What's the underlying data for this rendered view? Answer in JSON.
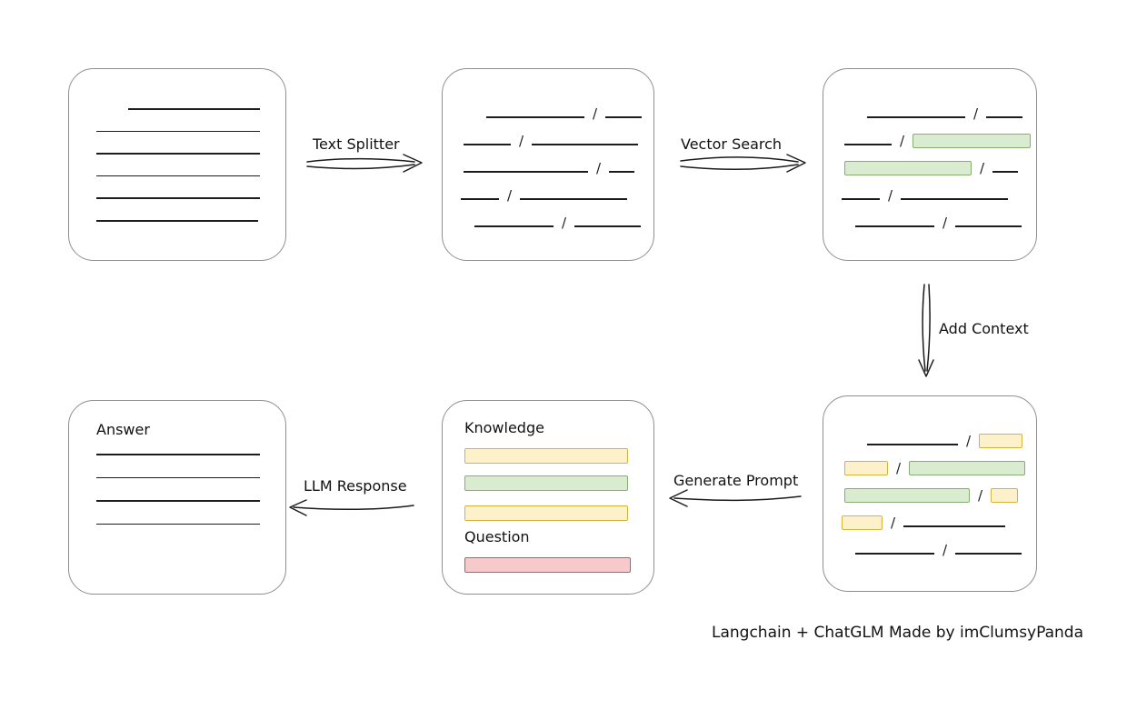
{
  "slash": "/",
  "arrows": {
    "text_splitter": "Text Splitter",
    "vector_search": "Vector Search",
    "add_context": "Add Context",
    "generate_prompt": "Generate Prompt",
    "llm_response": "LLM Response"
  },
  "prompt_box": {
    "knowledge_label": "Knowledge",
    "question_label": "Question"
  },
  "answer_box": {
    "label": "Answer"
  },
  "footer": "Langchain + ChatGLM Made by imClumsyPanda",
  "colors": {
    "chunk_green_fill": "#d9ecd0",
    "chunk_green_border": "#84ae72",
    "chunk_yellow_fill": "#fdf1cb",
    "chunk_yellow_border": "#d9b23c",
    "question_red_fill": "#f6caca",
    "question_red_border": "#c05c5c",
    "line_color": "#1c1c1c",
    "box_border": "#8f8f8f"
  },
  "boxes": {
    "document": {
      "lines": [
        {
          "w": 145,
          "ind": 35
        },
        {
          "w": 180
        },
        {
          "w": 180
        },
        {
          "w": 180
        },
        {
          "w": 180
        },
        {
          "w": 178
        }
      ]
    },
    "split_chunks": {
      "rows": [
        [
          {
            "t": "line",
            "w": 108,
            "ind": 28
          },
          {
            "t": "line",
            "w": 40
          }
        ],
        [
          {
            "t": "line",
            "w": 52,
            "ind": 3
          },
          {
            "t": "line",
            "w": 117
          }
        ],
        [
          {
            "t": "line",
            "w": 137,
            "ind": 3
          },
          {
            "t": "line",
            "w": 28
          }
        ],
        [
          {
            "t": "line",
            "w": 42
          },
          {
            "t": "line",
            "w": 118
          }
        ],
        [
          {
            "t": "line",
            "w": 87,
            "ind": 15
          },
          {
            "t": "line",
            "w": 73
          }
        ]
      ]
    },
    "search_results": {
      "rows": [
        [
          {
            "t": "line",
            "w": 108,
            "ind": 28
          },
          {
            "t": "line",
            "w": 40
          }
        ],
        [
          {
            "t": "line",
            "w": 52,
            "ind": 3
          },
          {
            "t": "chip",
            "c": "green",
            "w": 130
          }
        ],
        [
          {
            "t": "chip",
            "c": "green",
            "w": 140,
            "ind": 3
          },
          {
            "t": "line",
            "w": 28
          }
        ],
        [
          {
            "t": "line",
            "w": 42
          },
          {
            "t": "line",
            "w": 118
          }
        ],
        [
          {
            "t": "line",
            "w": 87,
            "ind": 15
          },
          {
            "t": "line",
            "w": 73
          }
        ]
      ]
    },
    "context_chunks": {
      "rows": [
        [
          {
            "t": "line",
            "w": 100,
            "ind": 28
          },
          {
            "t": "chip",
            "c": "yellow",
            "w": 48
          }
        ],
        [
          {
            "t": "chip",
            "c": "yellow",
            "w": 48,
            "ind": 3
          },
          {
            "t": "chip",
            "c": "green",
            "w": 128
          }
        ],
        [
          {
            "t": "chip",
            "c": "green",
            "w": 138,
            "ind": 3
          },
          {
            "t": "chip",
            "c": "yellow",
            "w": 30
          }
        ],
        [
          {
            "t": "chip",
            "c": "yellow",
            "w": 45
          },
          {
            "t": "line",
            "w": 112
          }
        ],
        [
          {
            "t": "line",
            "w": 87,
            "ind": 15
          },
          {
            "t": "line",
            "w": 73
          }
        ]
      ]
    },
    "answer": {
      "lines": [
        {
          "w": 180
        },
        {
          "w": 180
        },
        {
          "w": 180
        },
        {
          "w": 180
        }
      ]
    }
  }
}
